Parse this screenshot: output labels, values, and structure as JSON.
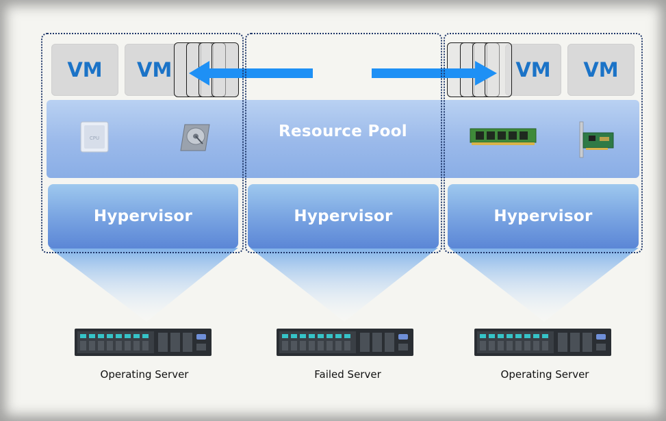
{
  "resource_pool": {
    "label": "Resource Pool"
  },
  "vms": {
    "vm1": "VM",
    "vm2": "VM",
    "vm3": "VM",
    "vm4": "VM"
  },
  "hypervisors": [
    {
      "label": "Hypervisor"
    },
    {
      "label": "Hypervisor"
    },
    {
      "label": "Hypervisor"
    }
  ],
  "servers": [
    {
      "label": "Operating Server",
      "status": "operating"
    },
    {
      "label": "Failed Server",
      "status": "failed"
    },
    {
      "label": "Operating Server",
      "status": "operating"
    }
  ],
  "resources": [
    "cpu-icon",
    "hard-disk-icon",
    "memory-module-icon",
    "network-card-icon"
  ],
  "colors": {
    "vm_text": "#1b73c7",
    "arrow": "#1e90f5",
    "dotted_border": "#1d3568",
    "hypervisor_bottom": "#5b86d6",
    "pool": "#9ab9ea"
  }
}
